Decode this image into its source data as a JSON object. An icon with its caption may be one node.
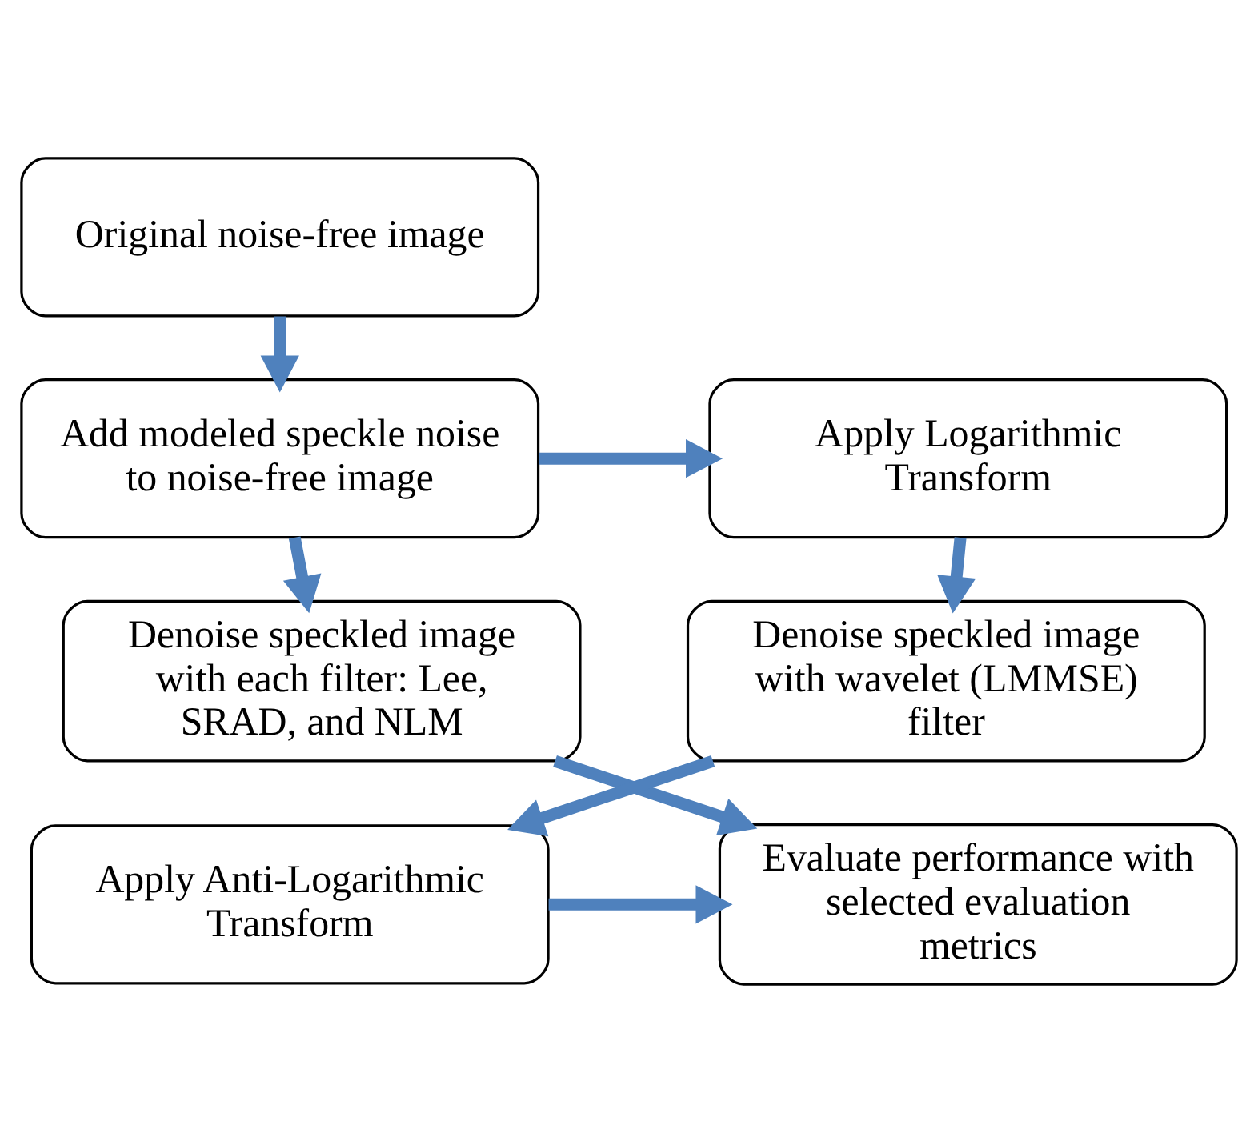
{
  "diagram": {
    "nodes": [
      {
        "text": [
          "Original noise-free image"
        ]
      },
      {
        "text": [
          "Add modeled speckle noise to noise-free image"
        ]
      },
      {
        "text": [
          "Apply Logarithmic Transform"
        ]
      },
      {
        "text": [
          "Denoise speckled image with each filter: Lee, SRAD, and NLM"
        ]
      },
      {
        "text": [
          "Denoise speckled image with wavelet (LMMSE) filter"
        ]
      },
      {
        "text": [
          "Evaluate performance with selected evaluation metrics"
        ]
      },
      {
        "text": [
          "Apply Anti-Logarithmic Transform"
        ]
      }
    ],
    "edges": [
      {
        "from": 0,
        "to": 1,
        "arrow": "to"
      },
      {
        "from": 1,
        "to": 2,
        "arrow": "to"
      },
      {
        "from": 1,
        "to": 3,
        "arrow": "to"
      },
      {
        "from": 2,
        "to": 4,
        "arrow": "to"
      },
      {
        "from": 3,
        "to": 5,
        "arrow": "to"
      },
      {
        "from": 4,
        "to": 6,
        "arrow": "to"
      },
      {
        "from": 6,
        "to": 5,
        "arrow": "to"
      }
    ]
  }
}
